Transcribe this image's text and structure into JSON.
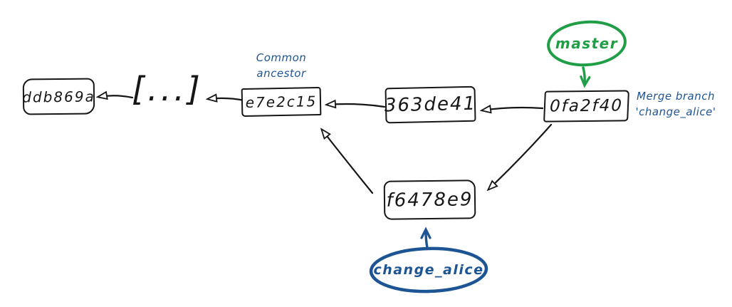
{
  "diagram_title": "git merge commit graph",
  "colors": {
    "ink": "#161616",
    "green": "#1f9e46",
    "blue": "#1d5493"
  },
  "nodes": {
    "ddb869a": {
      "label": "ddb869a"
    },
    "ellipsis": {
      "label": "[...]"
    },
    "e7e2c15": {
      "label": "e7e2c15"
    },
    "363de41": {
      "label": "363de41"
    },
    "0fa2f40": {
      "label": "0fa2f40"
    },
    "f6478e9": {
      "label": "f6478e9"
    }
  },
  "annotations": {
    "common_ancestor": {
      "line1": "Common",
      "line2": "ancestor"
    },
    "merge_note": {
      "line1": "Merge branch",
      "line2": "'change_alice'"
    }
  },
  "branches": {
    "master": {
      "label": "master"
    },
    "change_alice": {
      "label": "change_alice"
    }
  },
  "edges": [
    {
      "from": "[...]",
      "to": "ddb869a"
    },
    {
      "from": "e7e2c15",
      "to": "[...]"
    },
    {
      "from": "363de41",
      "to": "e7e2c15"
    },
    {
      "from": "0fa2f40",
      "to": "363de41"
    },
    {
      "from": "f6478e9",
      "to": "e7e2c15"
    },
    {
      "from": "0fa2f40",
      "to": "f6478e9"
    },
    {
      "from": "master",
      "to": "0fa2f40"
    },
    {
      "from": "change_alice",
      "to": "f6478e9"
    }
  ]
}
